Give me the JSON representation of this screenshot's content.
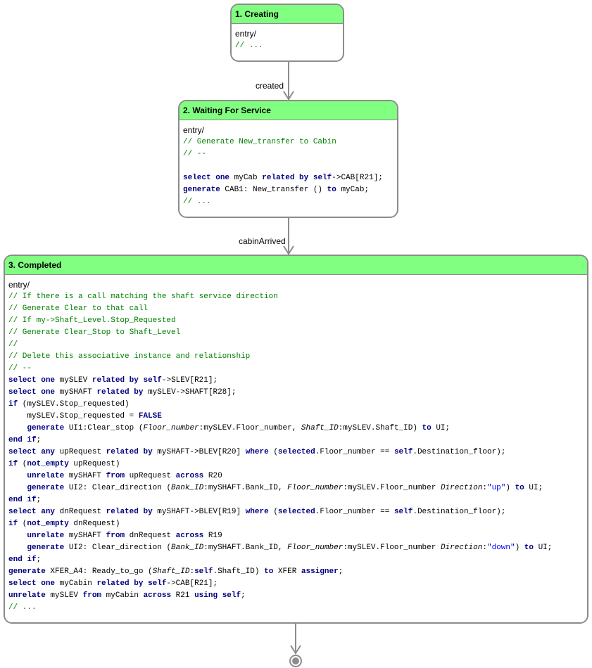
{
  "states": [
    {
      "title": "1. Creating",
      "entry": "entry/",
      "lines": [
        [
          [
            "c",
            "// ..."
          ]
        ]
      ]
    },
    {
      "title": "2. Waiting For Service",
      "entry": "entry/",
      "lines": [
        [
          [
            "c",
            "// Generate New_transfer to Cabin"
          ]
        ],
        [
          [
            "c",
            "// --"
          ]
        ],
        [
          [
            "t",
            ""
          ]
        ],
        [
          [
            "k",
            "select"
          ],
          [
            "t",
            " "
          ],
          [
            "k",
            "one"
          ],
          [
            "t",
            " myCab "
          ],
          [
            "k",
            "related by"
          ],
          [
            "t",
            " "
          ],
          [
            "k",
            "self"
          ],
          [
            "t",
            "->CAB[R21];"
          ]
        ],
        [
          [
            "k",
            "generate"
          ],
          [
            "t",
            " CAB1: New_transfer () "
          ],
          [
            "k",
            "to"
          ],
          [
            "t",
            " myCab;"
          ]
        ],
        [
          [
            "c",
            "// ..."
          ]
        ]
      ]
    },
    {
      "title": "3. Completed",
      "entry": "entry/",
      "lines": [
        [
          [
            "c",
            "// If there is a call matching the shaft service direction"
          ]
        ],
        [
          [
            "c",
            "// Generate Clear to that call"
          ]
        ],
        [
          [
            "c",
            "// If my->Shaft_Level.Stop_Requested"
          ]
        ],
        [
          [
            "c",
            "// Generate Clear_Stop to Shaft_Level"
          ]
        ],
        [
          [
            "c",
            "//"
          ]
        ],
        [
          [
            "c",
            "// Delete this associative instance and relationship"
          ]
        ],
        [
          [
            "c",
            "// --"
          ]
        ],
        [
          [
            "k",
            "select"
          ],
          [
            "t",
            " "
          ],
          [
            "k",
            "one"
          ],
          [
            "t",
            " mySLEV "
          ],
          [
            "k",
            "related by"
          ],
          [
            "t",
            " "
          ],
          [
            "k",
            "self"
          ],
          [
            "t",
            "->SLEV[R21];"
          ]
        ],
        [
          [
            "k",
            "select"
          ],
          [
            "t",
            " "
          ],
          [
            "k",
            "one"
          ],
          [
            "t",
            " mySHAFT "
          ],
          [
            "k",
            "related by"
          ],
          [
            "t",
            " mySLEV->SHAFT[R28];"
          ]
        ],
        [
          [
            "k",
            "if"
          ],
          [
            "t",
            " (mySLEV.Stop_requested)"
          ]
        ],
        [
          [
            "t",
            "    mySLEV.Stop_requested = "
          ],
          [
            "k",
            "FALSE"
          ]
        ],
        [
          [
            "t",
            "    "
          ],
          [
            "k",
            "generate"
          ],
          [
            "t",
            " UI1:Clear_stop ("
          ],
          [
            "p",
            "Floor_number"
          ],
          [
            "t",
            ":mySLEV.Floor_number, "
          ],
          [
            "p",
            "Shaft_ID"
          ],
          [
            "t",
            ":mySLEV.Shaft_ID) "
          ],
          [
            "k",
            "to"
          ],
          [
            "t",
            " UI;"
          ]
        ],
        [
          [
            "k",
            "end if"
          ],
          [
            "t",
            ";"
          ]
        ],
        [
          [
            "k",
            "select"
          ],
          [
            "t",
            " "
          ],
          [
            "k",
            "any"
          ],
          [
            "t",
            " upRequest "
          ],
          [
            "k",
            "related by"
          ],
          [
            "t",
            " mySHAFT->BLEV[R20] "
          ],
          [
            "k",
            "where"
          ],
          [
            "t",
            " ("
          ],
          [
            "k",
            "selected"
          ],
          [
            "t",
            ".Floor_number == "
          ],
          [
            "k",
            "self"
          ],
          [
            "t",
            ".Destination_floor);"
          ]
        ],
        [
          [
            "k",
            "if"
          ],
          [
            "t",
            " ("
          ],
          [
            "k",
            "not_empty"
          ],
          [
            "t",
            " upRequest)"
          ]
        ],
        [
          [
            "t",
            "    "
          ],
          [
            "k",
            "unrelate"
          ],
          [
            "t",
            " mySHAFT "
          ],
          [
            "k",
            "from"
          ],
          [
            "t",
            " upRequest "
          ],
          [
            "k",
            "across"
          ],
          [
            "t",
            " R20"
          ]
        ],
        [
          [
            "t",
            "    "
          ],
          [
            "k",
            "generate"
          ],
          [
            "t",
            " UI2: Clear_direction ("
          ],
          [
            "p",
            "Bank_ID"
          ],
          [
            "t",
            ":mySHAFT.Bank_ID, "
          ],
          [
            "p",
            "Floor_number"
          ],
          [
            "t",
            ":mySLEV.Floor_number "
          ],
          [
            "p",
            "Direction"
          ],
          [
            "t",
            ":"
          ],
          [
            "s",
            "\"up\""
          ],
          [
            "t",
            ") "
          ],
          [
            "k",
            "to"
          ],
          [
            "t",
            " UI;"
          ]
        ],
        [
          [
            "k",
            "end if"
          ],
          [
            "t",
            ";"
          ]
        ],
        [
          [
            "k",
            "select"
          ],
          [
            "t",
            " "
          ],
          [
            "k",
            "any"
          ],
          [
            "t",
            " dnRequest "
          ],
          [
            "k",
            "related by"
          ],
          [
            "t",
            " mySHAFT->BLEV[R19] "
          ],
          [
            "k",
            "where"
          ],
          [
            "t",
            " ("
          ],
          [
            "k",
            "selected"
          ],
          [
            "t",
            ".Floor_number == "
          ],
          [
            "k",
            "self"
          ],
          [
            "t",
            ".Destination_floor);"
          ]
        ],
        [
          [
            "k",
            "if"
          ],
          [
            "t",
            " ("
          ],
          [
            "k",
            "not_empty"
          ],
          [
            "t",
            " dnRequest)"
          ]
        ],
        [
          [
            "t",
            "    "
          ],
          [
            "k",
            "unrelate"
          ],
          [
            "t",
            " mySHAFT "
          ],
          [
            "k",
            "from"
          ],
          [
            "t",
            " dnRequest "
          ],
          [
            "k",
            "across"
          ],
          [
            "t",
            " R19"
          ]
        ],
        [
          [
            "t",
            "    "
          ],
          [
            "k",
            "generate"
          ],
          [
            "t",
            " UI2: Clear_direction ("
          ],
          [
            "p",
            "Bank_ID"
          ],
          [
            "t",
            ":mySHAFT.Bank_ID, "
          ],
          [
            "p",
            "Floor_number"
          ],
          [
            "t",
            ":mySLEV.Floor_number "
          ],
          [
            "p",
            "Direction"
          ],
          [
            "t",
            ":"
          ],
          [
            "s",
            "\"down\""
          ],
          [
            "t",
            ") "
          ],
          [
            "k",
            "to"
          ],
          [
            "t",
            " UI;"
          ]
        ],
        [
          [
            "k",
            "end if"
          ],
          [
            "t",
            ";"
          ]
        ],
        [
          [
            "k",
            "generate"
          ],
          [
            "t",
            " XFER_A4: Ready_to_go ("
          ],
          [
            "p",
            "Shaft_ID"
          ],
          [
            "t",
            ":"
          ],
          [
            "k",
            "self"
          ],
          [
            "t",
            ".Shaft_ID) "
          ],
          [
            "k",
            "to"
          ],
          [
            "t",
            " XFER "
          ],
          [
            "k",
            "assigner"
          ],
          [
            "t",
            ";"
          ]
        ],
        [
          [
            "k",
            "select"
          ],
          [
            "t",
            " "
          ],
          [
            "k",
            "one"
          ],
          [
            "t",
            " myCabin "
          ],
          [
            "k",
            "related by"
          ],
          [
            "t",
            " "
          ],
          [
            "k",
            "self"
          ],
          [
            "t",
            "->CAB[R21];"
          ]
        ],
        [
          [
            "k",
            "unrelate"
          ],
          [
            "t",
            " mySLEV "
          ],
          [
            "k",
            "from"
          ],
          [
            "t",
            " myCabin "
          ],
          [
            "k",
            "across"
          ],
          [
            "t",
            " R21 "
          ],
          [
            "k",
            "using"
          ],
          [
            "t",
            " "
          ],
          [
            "k",
            "self"
          ],
          [
            "t",
            ";"
          ]
        ],
        [
          [
            "c",
            "// ..."
          ]
        ]
      ]
    }
  ],
  "transitions": [
    {
      "label": "created"
    },
    {
      "label": "cabinArrived"
    }
  ],
  "colors": {
    "header": "#80ff80",
    "border": "#8c8c8c",
    "comment": "#008000",
    "keyword": "#000080",
    "string": "#0000ff"
  }
}
